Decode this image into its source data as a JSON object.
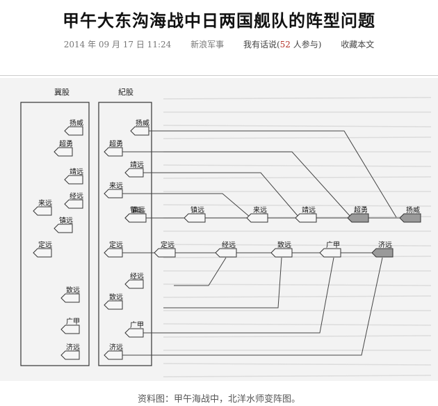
{
  "article": {
    "title": "甲午大东沟海战中日两国舰队的阵型问题",
    "meta": {
      "date": "2014 年 09 月 17 日 11:24",
      "source": "新浪军事",
      "comment_prefix": "我有话说(",
      "comment_count": "52",
      "comment_suffix": " 人参与)",
      "bookmark": "收藏本文"
    },
    "caption": "资料图：甲午海战中，北洋水师变阵图。"
  },
  "diagram": {
    "panel_left_label": "冀股",
    "panel_right_label": "紀股",
    "left_ships": [
      "扬威",
      "超勇",
      "靖远",
      "经远",
      "来远",
      "镇远",
      "定远",
      "致远",
      "广甲",
      "济远"
    ],
    "right_ships": [
      "扬威",
      "超勇",
      "靖远",
      "来远",
      "镇远",
      "定远",
      "经远",
      "致远",
      "广甲",
      "济远"
    ],
    "line_abreast_1": [
      "镇远",
      "镇远",
      "来远",
      "靖远",
      "超勇",
      "扬威"
    ],
    "line_abreast_2": [
      "定远",
      "经远",
      "致远",
      "广甲",
      "济远"
    ]
  }
}
